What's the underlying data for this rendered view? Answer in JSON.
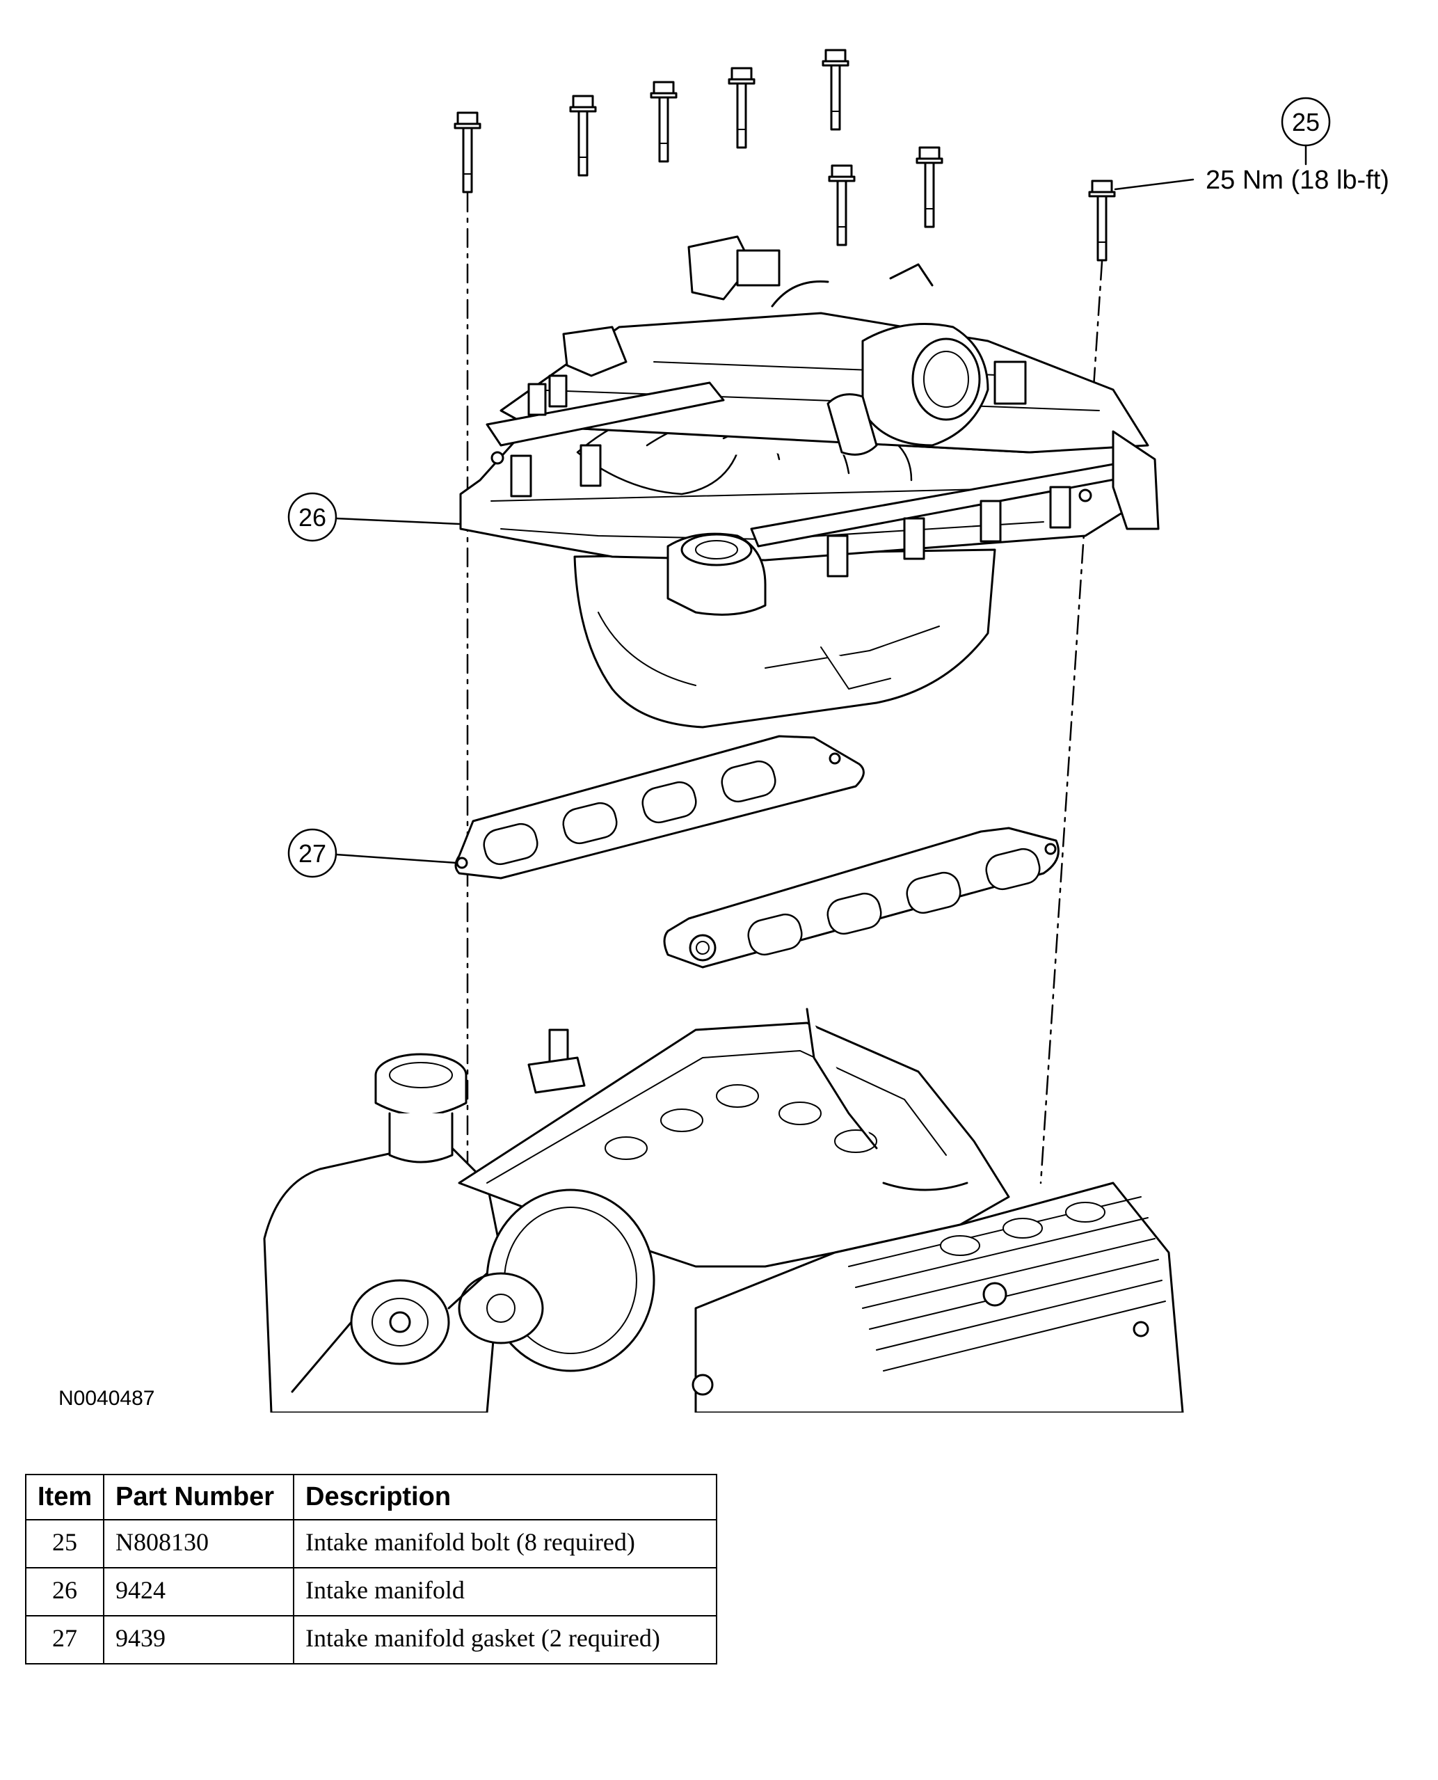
{
  "diagram": {
    "figure_id": "N0040487",
    "torque_spec": "25 Nm (18 lb-ft)",
    "callouts": [
      "25",
      "26",
      "27"
    ]
  },
  "table": {
    "headers": [
      "Item",
      "Part Number",
      "Description"
    ],
    "rows": [
      {
        "item": "25",
        "part": "N808130",
        "desc": "Intake manifold bolt (8 required)"
      },
      {
        "item": "26",
        "part": "9424",
        "desc": "Intake manifold"
      },
      {
        "item": "27",
        "part": "9439",
        "desc": "Intake manifold gasket (2 required)"
      }
    ]
  }
}
